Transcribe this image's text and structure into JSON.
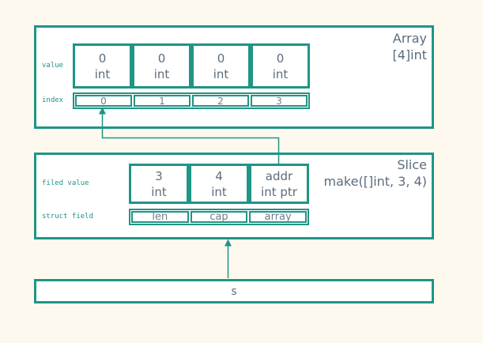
{
  "colors": {
    "teal_accent": "#1f9585",
    "canvas_background": "#fdf9ef",
    "panel_background": "#ffffff",
    "text_primary": "#5c6c7c",
    "text_secondary": "#6e7e8e"
  },
  "array_panel": {
    "title": "Array",
    "type_label": "[4]int",
    "value_row_label": "value",
    "index_row_label": "index",
    "cells": [
      {
        "value": "0",
        "type": "int"
      },
      {
        "value": "0",
        "type": "int"
      },
      {
        "value": "0",
        "type": "int"
      },
      {
        "value": "0",
        "type": "int"
      }
    ],
    "indices": [
      "0",
      "1",
      "2",
      "3"
    ]
  },
  "slice_panel": {
    "title": "Slice",
    "constructor_label": "make([]int, 3, 4)",
    "value_row_label": "filed value",
    "field_row_label": "struct field",
    "cells": [
      {
        "value": "3",
        "type": "int"
      },
      {
        "value": "4",
        "type": "int"
      },
      {
        "value": "addr",
        "type": "int ptr"
      }
    ],
    "fields": [
      "len",
      "cap",
      "array"
    ]
  },
  "variable_box": {
    "label": "s"
  },
  "connectors": [
    {
      "name": "addr-to-array-index-0"
    },
    {
      "name": "s-to-slice"
    }
  ]
}
